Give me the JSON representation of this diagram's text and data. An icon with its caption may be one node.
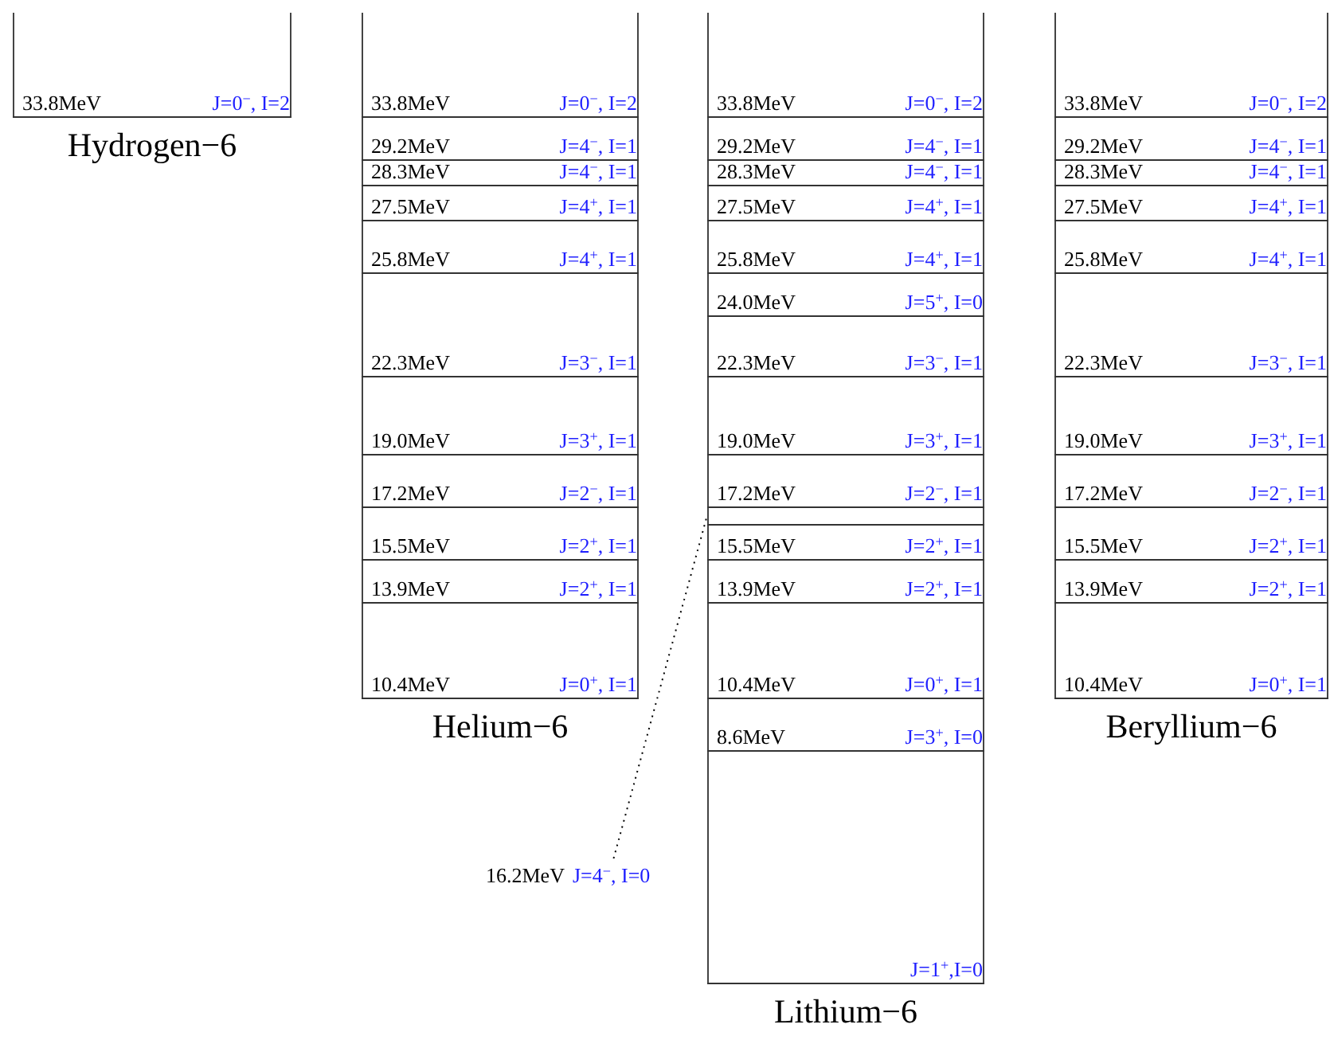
{
  "diagram": {
    "nodes": [
      {
        "text": [
          "Hydrogen−6"
        ]
      },
      {
        "text": [
          "33.8MeV",
          "J=0$^{−}$, I=2"
        ],
        "in": 0
      },
      {
        "text": [
          "Helium−6"
        ]
      },
      {
        "text": [
          "33.8MeV",
          "J=0$^{−}$, I=2"
        ],
        "in": 2
      },
      {
        "text": [
          "29.2MeV",
          "J=4$^{−}$, I=1"
        ],
        "in": 2
      },
      {
        "text": [
          "28.3MeV",
          "J=4$^{−}$, I=1"
        ],
        "in": 2
      },
      {
        "text": [
          "27.5MeV",
          "J=4$^{+}$, I=1"
        ],
        "in": 2
      },
      {
        "text": [
          "25.8MeV",
          "J=4$^{+}$, I=1"
        ],
        "in": 2
      },
      {
        "text": [
          "22.3MeV",
          "J=3$^{−}$, I=1"
        ],
        "in": 2
      },
      {
        "text": [
          "19.0MeV",
          "J=3$^{+}$, I=1"
        ],
        "in": 2
      },
      {
        "text": [
          "17.2MeV",
          "J=2$^{−}$, I=1"
        ],
        "in": 2
      },
      {
        "text": [
          "15.5MeV",
          "J=2$^{+}$, I=1"
        ],
        "in": 2
      },
      {
        "text": [
          "13.9MeV",
          "J=2$^{+}$, I=1"
        ],
        "in": 2
      },
      {
        "text": [
          "10.4MeV",
          "J=0$^{+}$, I=1"
        ],
        "in": 2
      },
      {
        "text": [
          "Lithium−6"
        ]
      },
      {
        "text": [
          "33.8MeV",
          "J=0$^{−}$, I=2"
        ],
        "in": 14
      },
      {
        "text": [
          "29.2MeV",
          "J=4$^{−}$, I=1"
        ],
        "in": 14
      },
      {
        "text": [
          "28.3MeV",
          "J=4$^{−}$, I=1"
        ],
        "in": 14
      },
      {
        "text": [
          "27.5MeV",
          "J=4$^{+}$, I=1"
        ],
        "in": 14
      },
      {
        "text": [
          "25.8MeV",
          "J=4$^{+}$, I=1"
        ],
        "in": 14
      },
      {
        "text": [
          "24.0MeV",
          "J=5$^{+}$, I=0"
        ],
        "in": 14
      },
      {
        "text": [
          "22.3MeV",
          "J=3$^{−}$, I=1"
        ],
        "in": 14
      },
      {
        "text": [
          "19.0MeV",
          "J=3$^{+}$, I=1"
        ],
        "in": 14
      },
      {
        "text": [
          "17.2MeV",
          "J=2$^{−}$, I=1"
        ],
        "in": 14
      },
      {
        "text": [],
        "shape": "bar",
        "in": 14
      },
      {
        "text": [
          "15.5MeV",
          "J=2$^{+}$, I=1"
        ],
        "in": 14
      },
      {
        "text": [
          "13.9MeV",
          "J=2$^{+}$, I=1"
        ],
        "in": 14
      },
      {
        "text": [
          "10.4MeV",
          "J=0$^{+}$, I=1"
        ],
        "in": 14
      },
      {
        "text": [
          "8.6MeV",
          "J=3$^{+}$, I=0"
        ],
        "in": 14
      },
      {
        "text": [
          "J=1$^{+}$,I=0"
        ],
        "in": 14
      },
      {
        "text": [
          "Beryllium−6"
        ]
      },
      {
        "text": [
          "33.8MeV",
          "J=0$^{−}$, I=2"
        ],
        "in": 30
      },
      {
        "text": [
          "29.2MeV",
          "J=4$^{−}$, I=1"
        ],
        "in": 30
      },
      {
        "text": [
          "28.3MeV",
          "J=4$^{−}$, I=1"
        ],
        "in": 30
      },
      {
        "text": [
          "27.5MeV",
          "J=4$^{+}$, I=1"
        ],
        "in": 30
      },
      {
        "text": [
          "25.8MeV",
          "J=4$^{+}$, I=1"
        ],
        "in": 30
      },
      {
        "text": [
          "22.3MeV",
          "J=3$^{−}$, I=1"
        ],
        "in": 30
      },
      {
        "text": [
          "19.0MeV",
          "J=3$^{+}$, I=1"
        ],
        "in": 30
      },
      {
        "text": [
          "17.2MeV",
          "J=2$^{−}$, I=1"
        ],
        "in": 30
      },
      {
        "text": [
          "15.5MeV",
          "J=2$^{+}$, I=1"
        ],
        "in": 30
      },
      {
        "text": [
          "13.9MeV",
          "J=2$^{+}$, I=1"
        ],
        "in": 30
      },
      {
        "text": [
          "10.4MeV",
          "J=0$^{+}$, I=1"
        ],
        "in": 30
      },
      {
        "text": [
          "16.2MeV",
          "J=4$^{−}$, I=0"
        ]
      }
    ],
    "edges": [
      {
        "from": 42,
        "to": 24,
        "arrow": "none",
        "style": "dashed"
      }
    ]
  }
}
